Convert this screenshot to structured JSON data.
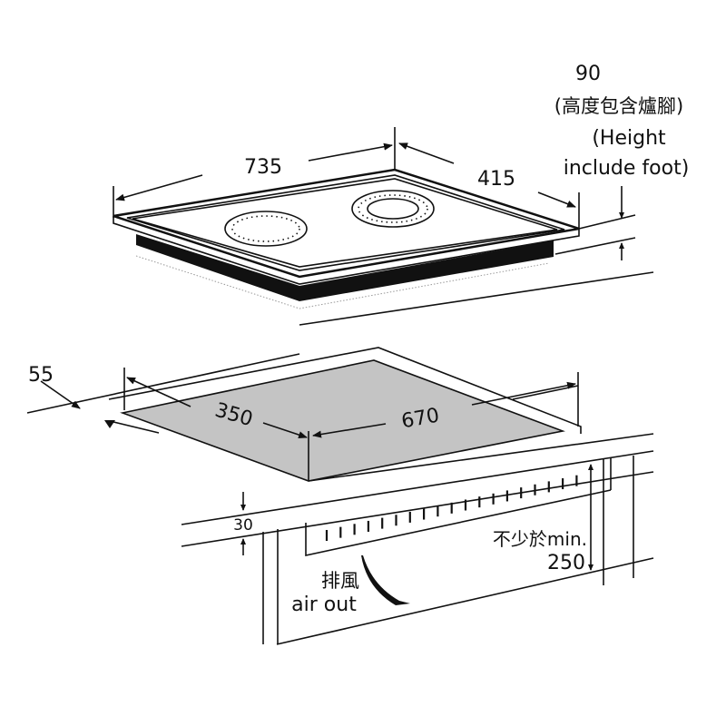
{
  "title": "Built-in hob installation dimensions",
  "height_label": {
    "value": "90",
    "zh": "(高度包含爐腳)",
    "en_line1": "(Height",
    "en_line2": "include foot)"
  },
  "dimensions": {
    "width": "735",
    "depth": "415",
    "cutout_width": "670",
    "cutout_depth": "350",
    "front_margin": "55",
    "counter_thickness": "30"
  },
  "clearance": {
    "zh": "不少於min.",
    "value": "250"
  },
  "air_out": {
    "zh": "排風",
    "en": "air out"
  },
  "colors": {
    "line": "#111111",
    "cutout_fill": "#c4c4c4"
  }
}
